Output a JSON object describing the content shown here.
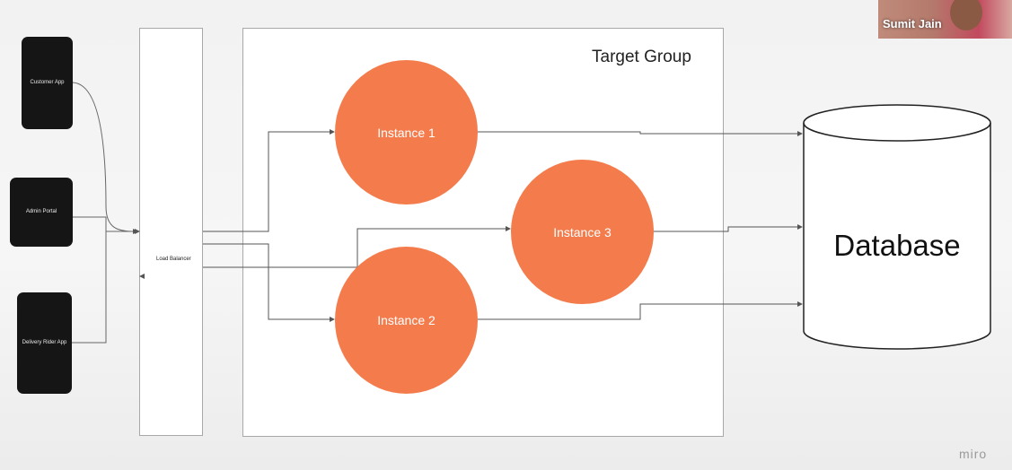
{
  "diagram": {
    "clients": [
      {
        "label": "Customer App"
      },
      {
        "label": "Admin Portal"
      },
      {
        "label": "Delivery Rider App"
      }
    ],
    "load_balancer": {
      "label": "Load Balancer"
    },
    "target_group": {
      "title": "Target Group"
    },
    "instances": [
      {
        "label": "Instance 1"
      },
      {
        "label": "Instance 2"
      },
      {
        "label": "Instance 3"
      }
    ],
    "database": {
      "label": "Database"
    }
  },
  "video_call": {
    "participant_name": "Sumit Jain"
  },
  "watermark": {
    "text": "miro"
  },
  "colors": {
    "instance_fill": "#f47c4c",
    "client_fill": "#151515",
    "connector": "#555555"
  }
}
